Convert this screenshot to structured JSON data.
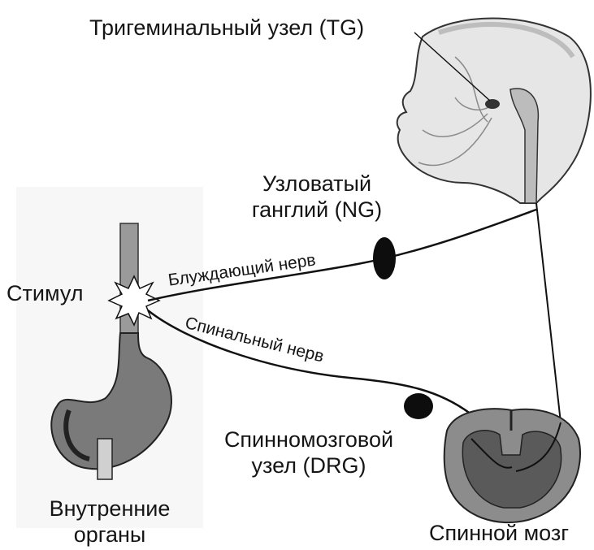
{
  "labels": {
    "trigeminal": "Тригеминальный узел (TG)",
    "nodose_line1": "Узловатый",
    "nodose_line2": "ганглий (NG)",
    "stimulus": "Стимул",
    "vagus_nerve": "Блуждающий нерв",
    "spinal_nerve": "Спинальный нерв",
    "drg_line1": "Спинномозговой",
    "drg_line2": "узел (DRG)",
    "viscera_line1": "Внутренние",
    "viscera_line2": "органы",
    "spinal_cord": "Спинной мозг"
  },
  "colors": {
    "nerve": "#111111",
    "ganglion": "#0d0d0d",
    "stomach": "#7a7a7a",
    "esophagus": "#9a9a9a",
    "spinal_cord_fill": "#8c8c8c",
    "head_outline": "#333333"
  }
}
